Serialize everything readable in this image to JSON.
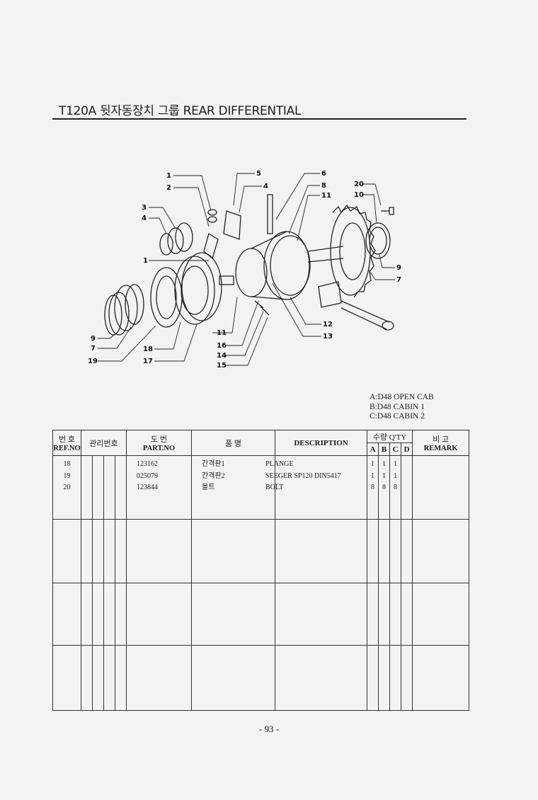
{
  "header": {
    "title": "T120A 뒷자동장치 그룹 REAR DIFFERENTIAL"
  },
  "diagram": {
    "callouts": [
      "1",
      "2",
      "3",
      "4",
      "1",
      "5",
      "4",
      "6",
      "8",
      "11",
      "20",
      "10",
      "9",
      "7",
      "11",
      "16",
      "14",
      "15",
      "12",
      "13",
      "9",
      "7",
      "18",
      "19",
      "17"
    ]
  },
  "models": [
    "A:D48 OPEN CAB",
    "B:D48 CABIN 1",
    "C:D48 CABIN 2"
  ],
  "table": {
    "headers": {
      "ref_ko": "번 호",
      "ref_en": "REF.NO",
      "mgmt": "관리번호",
      "part_ko": "도 번",
      "part_en": "PART.NO",
      "name_ko": "품 명",
      "desc": "DESCRIPTION",
      "qty": "수량 Q'TY",
      "qa": "A",
      "qb": "B",
      "qc": "C",
      "qd": "D",
      "remark_ko": "비 고",
      "remark_en": "REMARK"
    },
    "rows": [
      {
        "ref": "18",
        "part": "123162",
        "name_ko": "간격판1",
        "desc": "PLANGE",
        "a": "1",
        "b": "1",
        "c": "1",
        "d": ""
      },
      {
        "ref": "19",
        "part": "025079",
        "name_ko": "간격판2",
        "desc": "SEEGER SP120 DIN5417",
        "a": "1",
        "b": "1",
        "c": "1",
        "d": ""
      },
      {
        "ref": "20",
        "part": "123844",
        "name_ko": "볼트",
        "desc": "BOLT",
        "a": "8",
        "b": "8",
        "c": "8",
        "d": ""
      }
    ]
  },
  "footer": {
    "page": "- 93 -"
  }
}
